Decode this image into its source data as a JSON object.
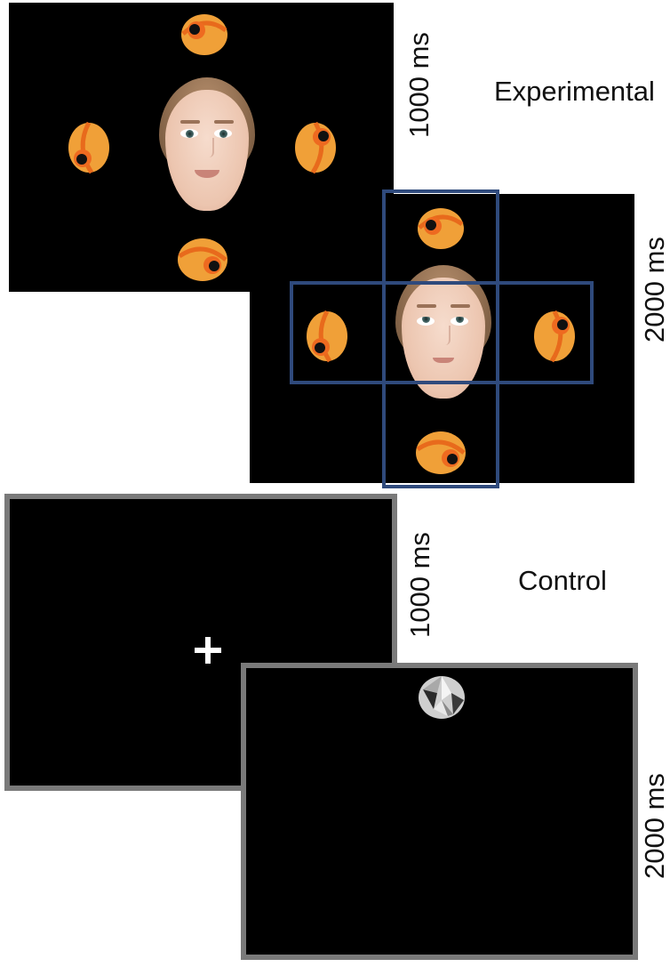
{
  "conditions": {
    "experimental": {
      "label": "Experimental",
      "screen1_duration": "1000 ms",
      "screen2_duration": "2000 ms"
    },
    "control": {
      "label": "Control",
      "screen1_duration": "1000 ms",
      "screen2_duration": "2000 ms"
    }
  },
  "colors": {
    "screen_background": "#000000",
    "aoi_box": "#2f4a7c",
    "control_border": "#7a7a7a",
    "fixation_cross": "#ffffff",
    "object_orange": "#f08a2a"
  },
  "icons": {
    "object": "orange-round-object-icon",
    "fixation": "fixation-cross-icon",
    "control_object": "silver-object-icon"
  }
}
